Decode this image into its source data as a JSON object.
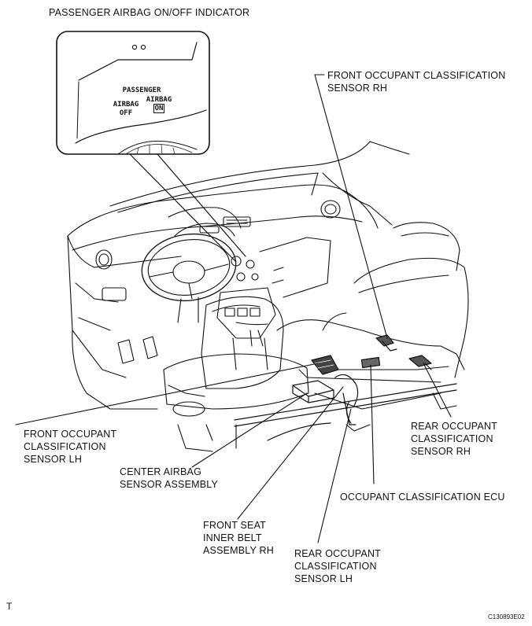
{
  "labels": {
    "indicator_title": "PASSENGER AIRBAG ON/OFF INDICATOR",
    "front_sensor_rh": "FRONT OCCUPANT CLASSIFICATION\nSENSOR RH",
    "front_sensor_lh": "FRONT OCCUPANT\nCLASSIFICATION\nSENSOR LH",
    "center_airbag": "CENTER AIRBAG\nSENSOR ASSEMBLY",
    "front_seat_belt": "FRONT SEAT\nINNER BELT\nASSEMBLY RH",
    "rear_sensor_lh": "REAR OCCUPANT\nCLASSIFICATION\nSENSOR LH",
    "rear_sensor_rh": "REAR OCCUPANT\nCLASSIFICATION\nSENSOR RH",
    "ecu": "OCCUPANT CLASSIFICATION ECU"
  },
  "inset": {
    "passenger": "PASSENGER",
    "airbag_left": "AIRBAG",
    "off": "OFF",
    "airbag_right": "AIRBAG",
    "on": "ON"
  },
  "corner_mark": "T",
  "figure_code": "C130893E02"
}
